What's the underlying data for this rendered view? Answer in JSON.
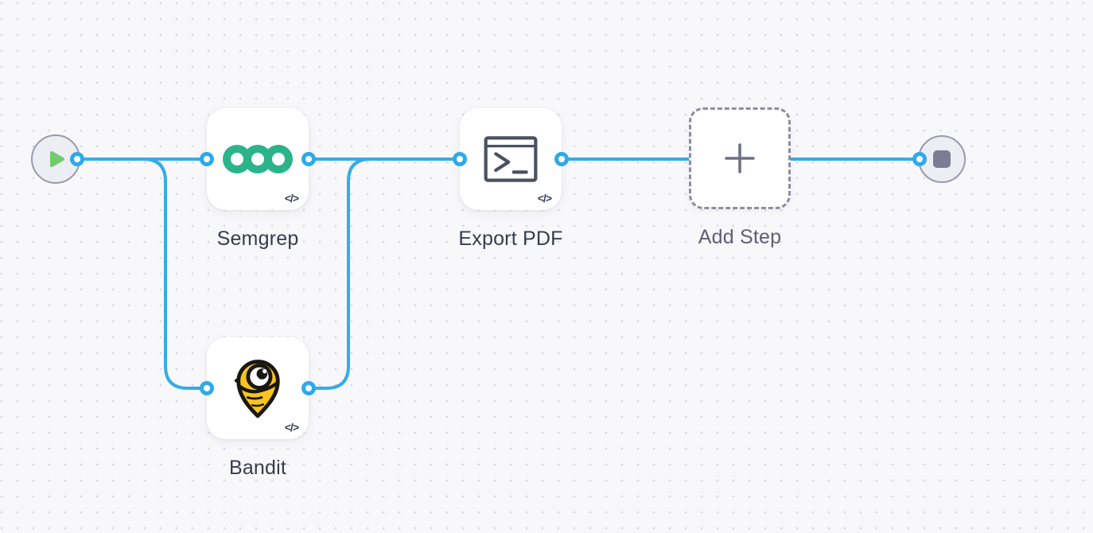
{
  "canvas": {
    "background_color": "#f8f8fb",
    "dot_color": "#d9d9e2",
    "edge_color": "#35ace8",
    "port_color": "#2ea9e9"
  },
  "workflow": {
    "start_node": {
      "icon": "play-icon",
      "icon_color": "#71cc6c"
    },
    "end_node": {
      "icon": "stop-icon",
      "icon_color": "#7e7c92"
    },
    "steps": [
      {
        "label": "Semgrep",
        "icon": "semgrep-logo",
        "badge": "</>",
        "kind": "code-step",
        "accent_color": "#2bb48a"
      },
      {
        "label": "Bandit",
        "icon": "bandit-logo",
        "badge": "</>",
        "kind": "code-step",
        "accent_color": "#f6c51e"
      },
      {
        "label": "Export PDF",
        "icon": "terminal-icon",
        "badge": "</>",
        "kind": "code-step",
        "accent_color": "#4b5164"
      },
      {
        "label": "Add Step",
        "icon": "plus-icon",
        "kind": "placeholder",
        "accent_color": "#717086"
      }
    ],
    "edges": [
      {
        "from": "start",
        "to": "Semgrep"
      },
      {
        "from": "start",
        "to": "Bandit"
      },
      {
        "from": "Semgrep",
        "to": "Export PDF"
      },
      {
        "from": "Bandit",
        "to": "Export PDF"
      },
      {
        "from": "Export PDF",
        "to": "end"
      }
    ]
  }
}
